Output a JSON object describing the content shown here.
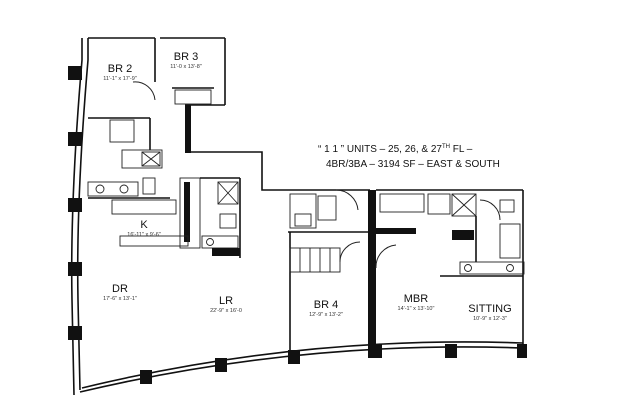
{
  "listing": {
    "title_prefix": "“ 1 1 ” UNITS – 25, 26, & 27",
    "title_sup": "TH",
    "title_suffix": " FL –",
    "subtitle": "4BR/3BA – 3194 SF – EAST & SOUTH"
  },
  "rooms": {
    "br2": {
      "name": "BR 2",
      "dims": "11'-1\" x 17'-9\""
    },
    "br3": {
      "name": "BR 3",
      "dims": "11'-0 x 13'-8\""
    },
    "kitchen": {
      "name": "K",
      "dims": "16'-11\" x 9'-6\""
    },
    "dining": {
      "name": "DR",
      "dims": "17'-6\" x 13'-1\""
    },
    "living": {
      "name": "LR",
      "dims": "22'-9\" x 16'-0"
    },
    "br4": {
      "name": "BR 4",
      "dims": "12'-9\" x 13'-2\""
    },
    "mbr": {
      "name": "MBR",
      "dims": "14'-1\" x 13'-10\""
    },
    "sitting": {
      "name": "SITTING",
      "dims": "10'-9\" x 12'-3\""
    }
  }
}
